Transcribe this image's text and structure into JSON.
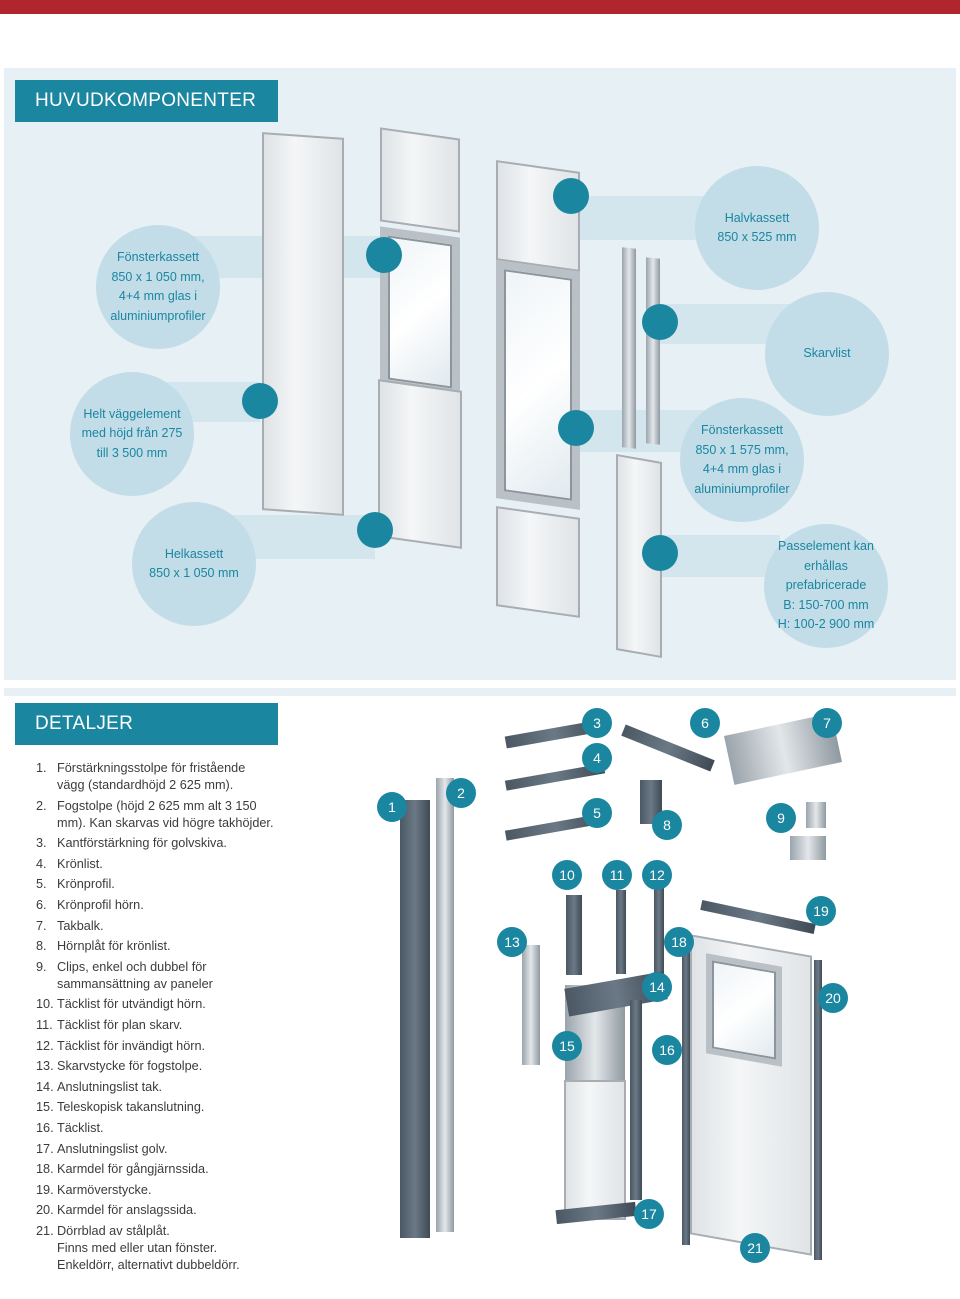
{
  "colors": {
    "accent": "#1a86a0",
    "bubble": "#c3dde8",
    "topbar": "#b1262c"
  },
  "sections": {
    "main_components_title": "HUVUDKOMPONENTER",
    "details_title": "DETALJER"
  },
  "bubbles": {
    "window_small": "Fönsterkassett\n850 x 1 050 mm,\n4+4 mm glas i\naluminiumprofiler",
    "half": "Halvkassett\n850 x 525 mm",
    "joint_strip": "Skarvlist",
    "full_wall": "Helt väggelement\nmed höjd från 275\ntill 3 500 mm",
    "window_large": "Fönsterkassett\n850 x 1 575 mm,\n4+4 mm glas  i\naluminiumprofiler",
    "full_cassette": "Helkassett\n850 x 1 050 mm",
    "fit_element": "Passelement kan\nerhållas prefabricerade\nB: 150-700 mm\nH: 100-2 900 mm"
  },
  "details": [
    {
      "n": "1.",
      "t": "Förstärkningsstolpe för fristående\nvägg (standardhöjd 2 625 mm)."
    },
    {
      "n": "2.",
      "t": "Fogstolpe (höjd 2 625 mm alt 3 150\nmm). Kan skarvas vid högre takhöjder."
    },
    {
      "n": "3.",
      "t": "Kantförstärkning för golvskiva."
    },
    {
      "n": "4.",
      "t": "Krönlist."
    },
    {
      "n": "5.",
      "t": "Krönprofil."
    },
    {
      "n": "6.",
      "t": "Krönprofil hörn."
    },
    {
      "n": "7.",
      "t": "Takbalk."
    },
    {
      "n": "8.",
      "t": "Hörnplåt för krönlist."
    },
    {
      "n": "9.",
      "t": "Clips, enkel och dubbel för\nsammansättning av paneler"
    },
    {
      "n": "10.",
      "t": "Täcklist för utvändigt hörn."
    },
    {
      "n": "11.",
      "t": "Täcklist för plan skarv."
    },
    {
      "n": "12.",
      "t": "Täcklist för invändigt hörn."
    },
    {
      "n": "13.",
      "t": "Skarvstycke för fogstolpe."
    },
    {
      "n": "14.",
      "t": "Anslutningslist tak."
    },
    {
      "n": "15.",
      "t": "Teleskopisk takanslutning."
    },
    {
      "n": "16.",
      "t": "Täcklist."
    },
    {
      "n": "17.",
      "t": "Anslutningslist golv."
    },
    {
      "n": "18.",
      "t": "Karmdel för gångjärnssida."
    },
    {
      "n": "19.",
      "t": "Karmöverstycke."
    },
    {
      "n": "20.",
      "t": "Karmdel för anslagssida."
    },
    {
      "n": "21.",
      "t": "Dörrblad av stålplåt.\nFinns med eller utan fönster.\nEnkeldörr, alternativt dubbeldörr."
    }
  ],
  "callouts": [
    "1",
    "2",
    "3",
    "4",
    "5",
    "6",
    "7",
    "8",
    "9",
    "10",
    "11",
    "12",
    "13",
    "14",
    "15",
    "16",
    "17",
    "18",
    "19",
    "20",
    "21"
  ]
}
